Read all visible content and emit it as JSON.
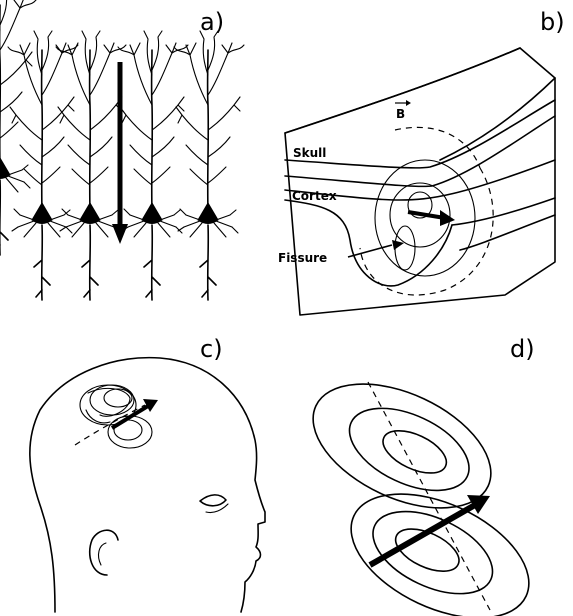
{
  "panels": {
    "a": {
      "label": "a)"
    },
    "b": {
      "label": "b)",
      "field_label": "B",
      "skull_label": "Skull",
      "cortex_label": "Cortex",
      "fissure_label": "Fissure"
    },
    "c": {
      "label": "c)"
    },
    "d": {
      "label": "d)"
    }
  },
  "colors": {
    "ink": "#000000",
    "background": "#ffffff"
  }
}
